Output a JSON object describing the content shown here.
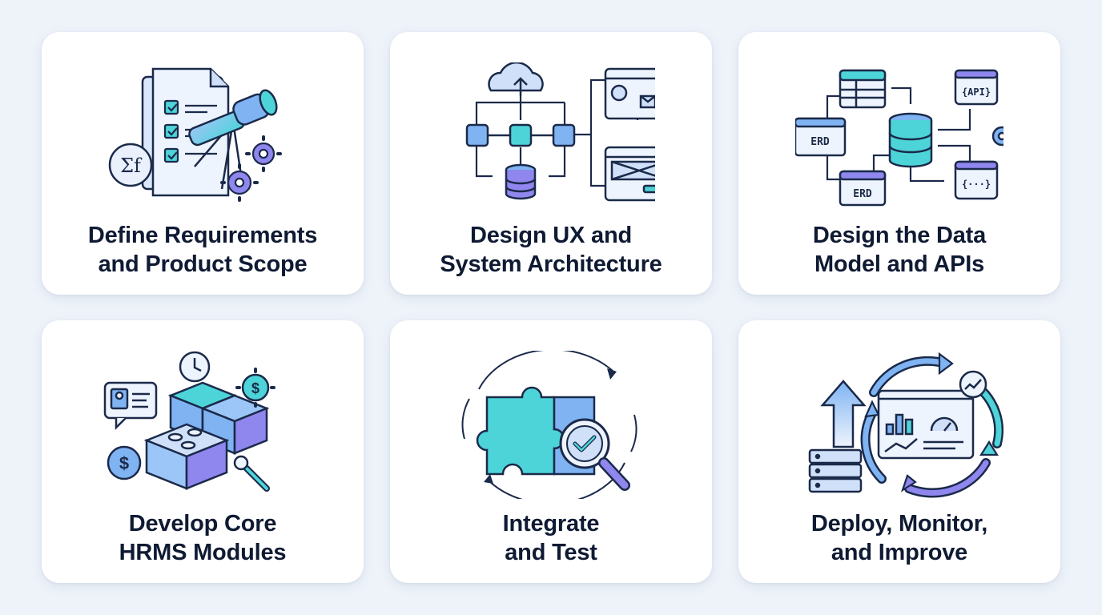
{
  "steps": [
    {
      "line1": "Define Requirements",
      "line2": "and Product Scope",
      "icon": "requirements-telescope-icon"
    },
    {
      "line1": "Design UX and",
      "line2": "System Architecture",
      "icon": "architecture-flow-icon"
    },
    {
      "line1": "Design the Data",
      "line2": "Model and APIs",
      "icon": "data-model-api-icon",
      "labels": {
        "erd": "ERD",
        "api": "{API}",
        "braces": "{···}"
      }
    },
    {
      "line1": "Develop Core",
      "line2": "HRMS Modules",
      "icon": "modules-blocks-icon"
    },
    {
      "line1": "Integrate",
      "line2": "and Test",
      "icon": "puzzle-magnifier-icon"
    },
    {
      "line1": "Deploy, Monitor,",
      "line2": "and Improve",
      "icon": "deploy-cycle-icon"
    }
  ],
  "colors": {
    "background": "#eef3fa",
    "card": "#ffffff",
    "text": "#0f1a33",
    "outline": "#1b2a4a",
    "blue": "#7fb3f2",
    "teal": "#4dd4d8",
    "purple": "#8f86ee"
  }
}
